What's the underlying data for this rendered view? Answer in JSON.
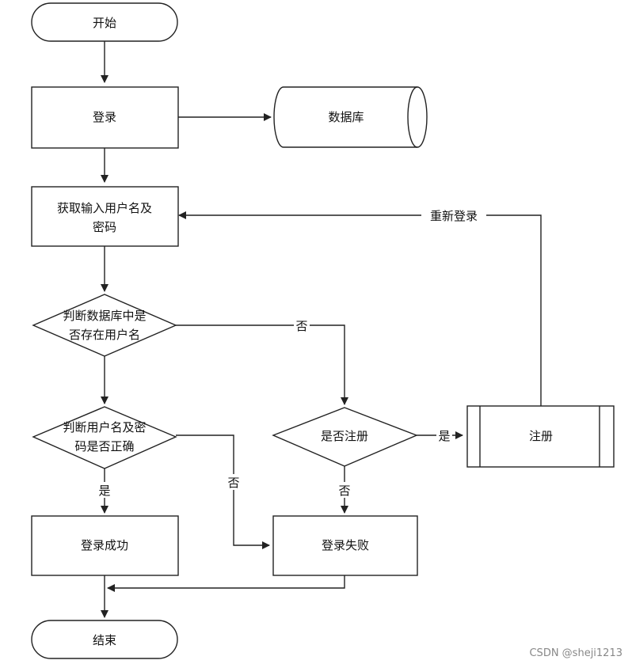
{
  "nodes": {
    "start": "开始",
    "login": "登录",
    "database": "数据库",
    "get_input_line1": "获取输入用户名及",
    "get_input_line2": "密码",
    "check_exists_line1": "判断数据库中是",
    "check_exists_line2": "否存在用户名",
    "check_cred_line1": "判断用户名及密",
    "check_cred_line2": "码是否正确",
    "register_q": "是否注册",
    "register": "注册",
    "success": "登录成功",
    "fail": "登录失败",
    "end": "结束"
  },
  "edges": {
    "relogin": "重新登录",
    "no_exists": "否",
    "yes_register": "是",
    "no_register": "否",
    "yes_cred": "是",
    "no_cred": "否"
  },
  "watermark": "CSDN @sheji1213"
}
